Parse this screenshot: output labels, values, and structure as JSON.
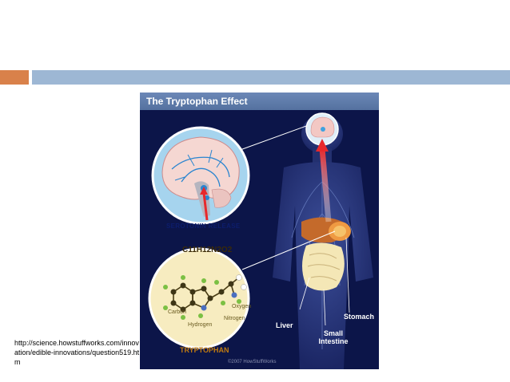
{
  "slide": {
    "source_url": "http://science.howstuffworks.com/innovation/edible-innovations/question519.htm",
    "accent_colors": {
      "orange": "#d9814a",
      "blue": "#9db7d4"
    }
  },
  "figure": {
    "title": "The Tryptophan Effect",
    "serotonin_label": "SEROTONIN RELEASE",
    "formula": "C11H12N2O2",
    "molecule_label": "TRYPTOPHAN",
    "atom_labels": {
      "carbon": "Carbon",
      "hydrogen": "Hydrogen",
      "nitrogen": "Nitrogen",
      "oxygen": "Oxygen"
    },
    "organs": {
      "liver": "Liver",
      "small_intestine": "Small Intestine",
      "stomach": "Stomach"
    },
    "copyright": "©2007 HowStuffWorks",
    "colors": {
      "background": "#0c1549",
      "header": "#6076a8",
      "brain_circle": "#a6d4ee",
      "molecule_circle": "#f7ecc0",
      "arrow": "#e8282b"
    }
  }
}
